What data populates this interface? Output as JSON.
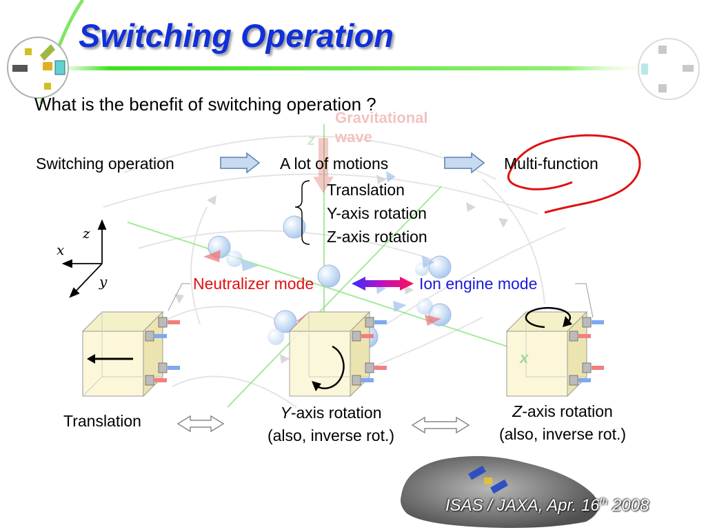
{
  "slide": {
    "title": "Switching Operation",
    "question": "What is the benefit of switching operation ?"
  },
  "background_labels": {
    "z_axis": "z",
    "gravity_line1": "Gravitational",
    "gravity_line2": "wave",
    "x_axis": "x"
  },
  "flow": {
    "step1": "Switching operation",
    "step2": "A lot of motions",
    "step3": "Multi-function"
  },
  "motions": [
    "Translation",
    "Y-axis rotation",
    "Z-axis rotation"
  ],
  "axes": {
    "z": "z",
    "x": "x",
    "y": "y"
  },
  "modes": {
    "neutralizer": "Neutralizer mode",
    "ion_engine": "Ion engine mode"
  },
  "captions": {
    "translation": "Translation",
    "y_rotation_italic": "Y",
    "y_rotation_rest": "-axis rotation",
    "y_rotation_sub": "(also, inverse rot.)",
    "z_rotation_italic": "Z",
    "z_rotation_rest": "-axis rotation",
    "z_rotation_sub": "(also, inverse rot.)"
  },
  "footer": {
    "prefix": "ISAS / JAXA, Apr. 16",
    "sup": "th",
    "year": " 2008"
  },
  "colors": {
    "title": "#1030d8",
    "neutralizer": "#e01010",
    "ion_engine": "#1a1ad8",
    "highlight_ring": "#e01010",
    "green_band": "#50e030",
    "arrow_fill": "#c8daf0",
    "arrow_stroke": "#5a7fb0"
  },
  "icons": [
    "satellite-logo-left",
    "satellite-logo-right",
    "block-arrow-right",
    "double-arrow-magenta",
    "curly-brace",
    "rotation-arrow",
    "asteroid-satellite"
  ]
}
